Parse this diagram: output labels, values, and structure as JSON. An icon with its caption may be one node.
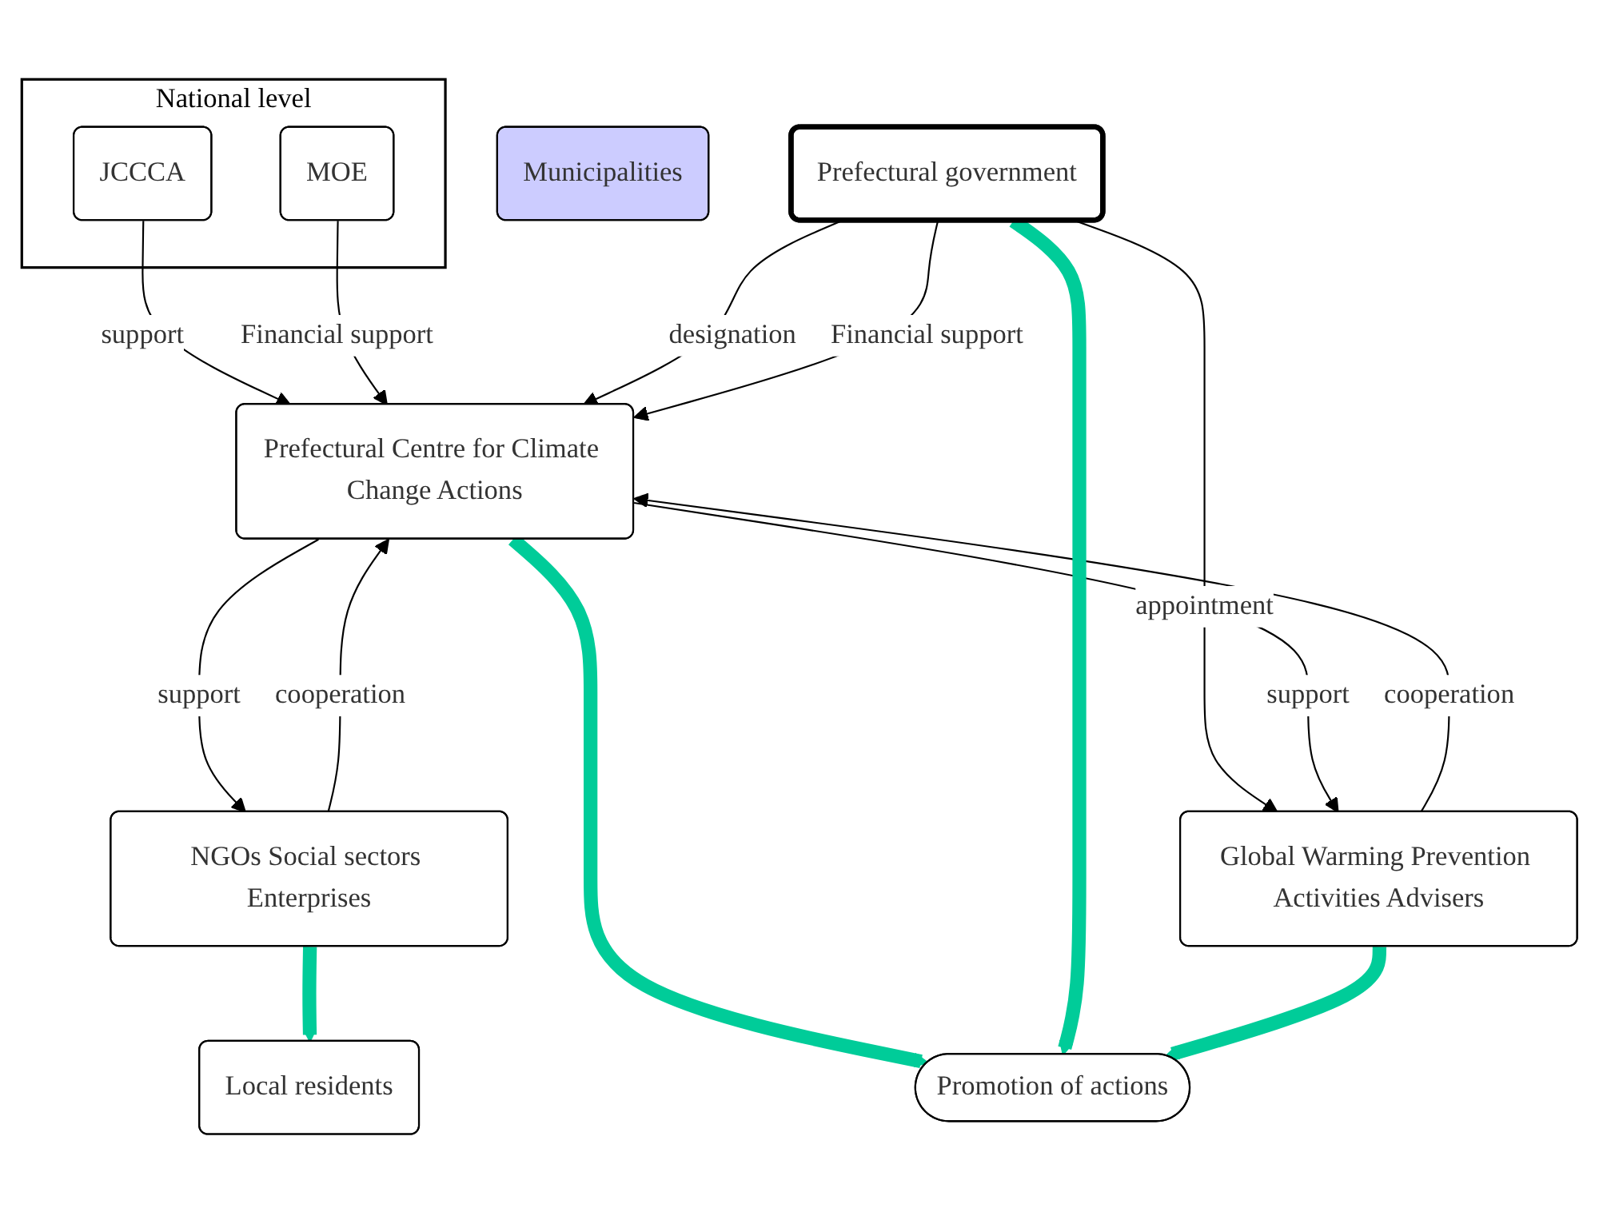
{
  "diagram": {
    "nodes": [
      {
        "text": [
          "National level"
        ]
      },
      {
        "text": [
          "JCCCA"
        ],
        "in": 0
      },
      {
        "text": [
          "MOE"
        ],
        "in": 0
      },
      {
        "text": [
          "Prefectural government"
        ]
      },
      {
        "text": [
          "Prefectural Centre for Climate Change Actions"
        ]
      },
      {
        "text": [
          "Global Warming Prevention Activities Advisers"
        ]
      },
      {
        "text": [
          "NGOs Social sectors Enterprises"
        ]
      },
      {
        "text": [
          "Municipalities"
        ]
      },
      {
        "text": [
          "Promotion of actions"
        ]
      },
      {
        "text": [
          "Local residents"
        ]
      }
    ],
    "edges": [
      {
        "from": 1,
        "to": 4,
        "arrow": "to",
        "label": "support"
      },
      {
        "from": 2,
        "to": 4,
        "arrow": "to",
        "label": "Financial support"
      },
      {
        "from": 3,
        "to": 4,
        "arrow": "to",
        "label": "designation"
      },
      {
        "from": 3,
        "to": 4,
        "arrow": "to",
        "label": "Financial support"
      },
      {
        "from": 3,
        "to": 5,
        "arrow": "to",
        "label": "appointment"
      },
      {
        "from": 4,
        "to": 5,
        "arrow": "to",
        "label": "support"
      },
      {
        "from": 5,
        "to": 4,
        "arrow": "to",
        "label": "cooperation"
      },
      {
        "from": 6,
        "to": 4,
        "arrow": "to",
        "label": "cooperation"
      },
      {
        "from": 4,
        "to": 6,
        "arrow": "to",
        "label": "support"
      },
      {
        "from": 6,
        "to": 9,
        "arrow": "to",
        "style": "thick",
        "color": "#00cc99"
      },
      {
        "from": 4,
        "to": 8,
        "arrow": "to",
        "style": "thick",
        "color": "#00cc99"
      },
      {
        "from": 3,
        "to": 8,
        "arrow": "to",
        "style": "thick",
        "color": "#00cc99"
      },
      {
        "from": 5,
        "to": 8,
        "arrow": "to",
        "style": "thick",
        "color": "#00cc99"
      }
    ]
  }
}
